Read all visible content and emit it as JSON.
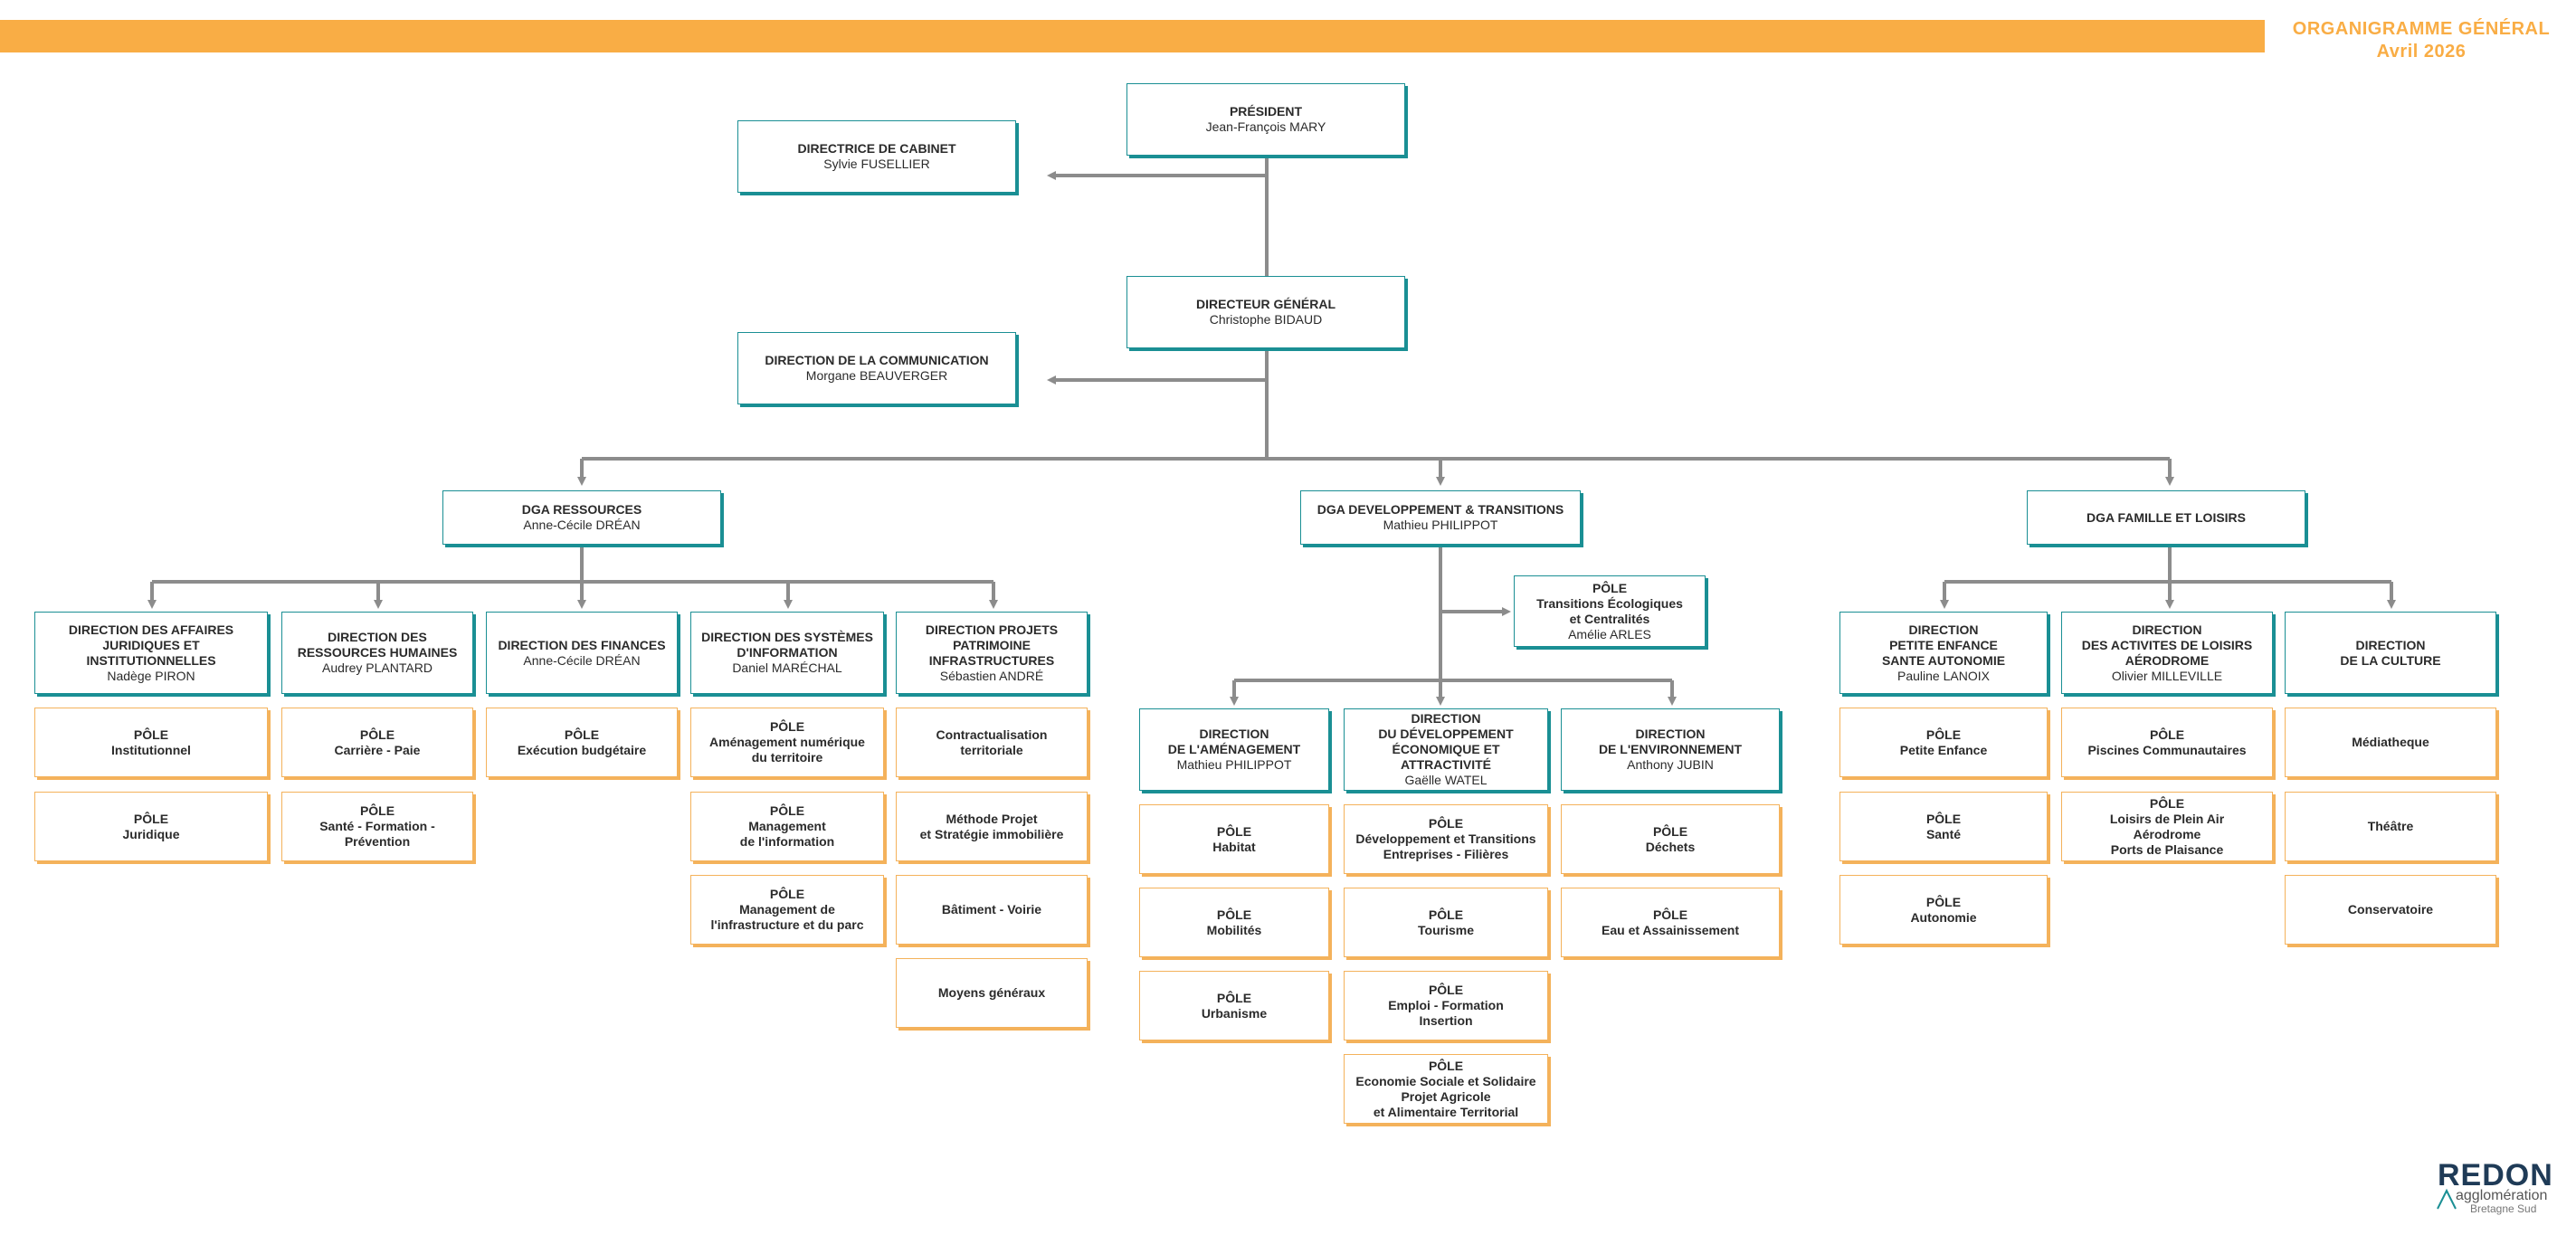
{
  "header": {
    "title": "ORGANIGRAMME GÉNÉRAL",
    "date": "Avril 2026"
  },
  "logo": {
    "text": "REDON Agglomération Bretagne Sud"
  },
  "president": {
    "title": "PRÉSIDENT",
    "name": "Jean-François MARY"
  },
  "cabinet": {
    "title": "DIRECTRICE DE CABINET",
    "name": "Sylvie FUSELLIER"
  },
  "dg": {
    "title": "DIRECTEUR GÉNÉRAL",
    "name": "Christophe BIDAUD"
  },
  "communication": {
    "title": "DIRECTION DE LA COMMUNICATION",
    "name": "Morgane BEAUVERGER"
  },
  "dga": [
    {
      "title": "DGA RESSOURCES",
      "name": "Anne-Cécile DRÉAN"
    },
    {
      "title": "DGA DEVELOPPEMENT & TRANSITIONS",
      "name": "Mathieu PHILIPPOT"
    },
    {
      "title": "DGA FAMILLE ET LOISIRS",
      "name": ""
    }
  ],
  "ressources": {
    "directions": [
      {
        "title": "DIRECTION DES AFFAIRES\nJURIDIQUES ET\nINSTITUTIONNELLES",
        "name": "Nadège PIRON",
        "poles": [
          "PÔLE\nInstitutionnel",
          "PÔLE\nJuridique"
        ]
      },
      {
        "title": "DIRECTION DES\nRESSOURCES HUMAINES",
        "name": "Audrey PLANTARD",
        "poles": [
          "PÔLE\nCarrière - Paie",
          "PÔLE\nSanté - Formation - Prévention"
        ]
      },
      {
        "title": "DIRECTION DES FINANCES",
        "name": "Anne-Cécile DRÉAN",
        "poles": [
          "PÔLE\nExécution budgétaire"
        ]
      },
      {
        "title": "DIRECTION DES SYSTÈMES\nD'INFORMATION",
        "name": "Daniel MARÉCHAL",
        "poles": [
          "PÔLE\nAménagement numérique\ndu territoire",
          "PÔLE\nManagement\nde l'information",
          "PÔLE\nManagement de\nl'infrastructure et du parc"
        ]
      },
      {
        "title": "DIRECTION PROJETS\nPATRIMOINE\nINFRASTRUCTURES",
        "name": "Sébastien ANDRÉ",
        "poles": [
          "Contractualisation\nterritoriale",
          "Méthode Projet\net Stratégie immobilière",
          "Bâtiment - Voirie",
          "Moyens généraux"
        ]
      }
    ]
  },
  "developpement": {
    "pole_transitions": {
      "title": "PÔLE\nTransitions Écologiques\net Centralités",
      "name": "Amélie ARLES"
    },
    "directions": [
      {
        "title": "DIRECTION\nDE L'AMÉNAGEMENT",
        "name": "Mathieu PHILIPPOT",
        "poles": [
          "PÔLE\nHabitat",
          "PÔLE\nMobilités",
          "PÔLE\nUrbanisme"
        ]
      },
      {
        "title": "DIRECTION\nDU DÉVELOPPEMENT\nÉCONOMIQUE ET ATTRACTIVITÉ",
        "name": "Gaëlle WATEL",
        "poles": [
          "PÔLE\nDéveloppement et Transitions\nEntreprises - Filières",
          "PÔLE\nTourisme",
          "PÔLE\nEmploi - Formation\nInsertion",
          "PÔLE\nEconomie Sociale et Solidaire\nProjet Agricole\net Alimentaire Territorial"
        ]
      },
      {
        "title": "DIRECTION\nDE L'ENVIRONNEMENT",
        "name": "Anthony JUBIN",
        "poles": [
          "PÔLE\nDéchets",
          "PÔLE\nEau et Assainissement"
        ]
      }
    ]
  },
  "famille": {
    "directions": [
      {
        "title": "DIRECTION\nPETITE ENFANCE\nSANTE AUTONOMIE",
        "name": "Pauline LANOIX",
        "poles": [
          "PÔLE\nPetite Enfance",
          "PÔLE\nSanté",
          "PÔLE\nAutonomie"
        ]
      },
      {
        "title": "DIRECTION\nDES ACTIVITES DE LOISIRS\nAÉRODROME",
        "name": "Olivier MILLEVILLE",
        "poles": [
          "PÔLE\nPiscines Communautaires",
          "PÔLE\nLoisirs de Plein Air\nAérodrome\nPorts de Plaisance"
        ]
      },
      {
        "title": "DIRECTION\nDE LA CULTURE",
        "name": "",
        "poles": [
          "Médiatheque",
          "Théâtre",
          "Conservatoire"
        ]
      }
    ]
  },
  "colors": {
    "accent": "#f9ad45",
    "teal": "#1a8f94",
    "pole_border": "#f4b25b",
    "connector": "#8c8c8c"
  }
}
